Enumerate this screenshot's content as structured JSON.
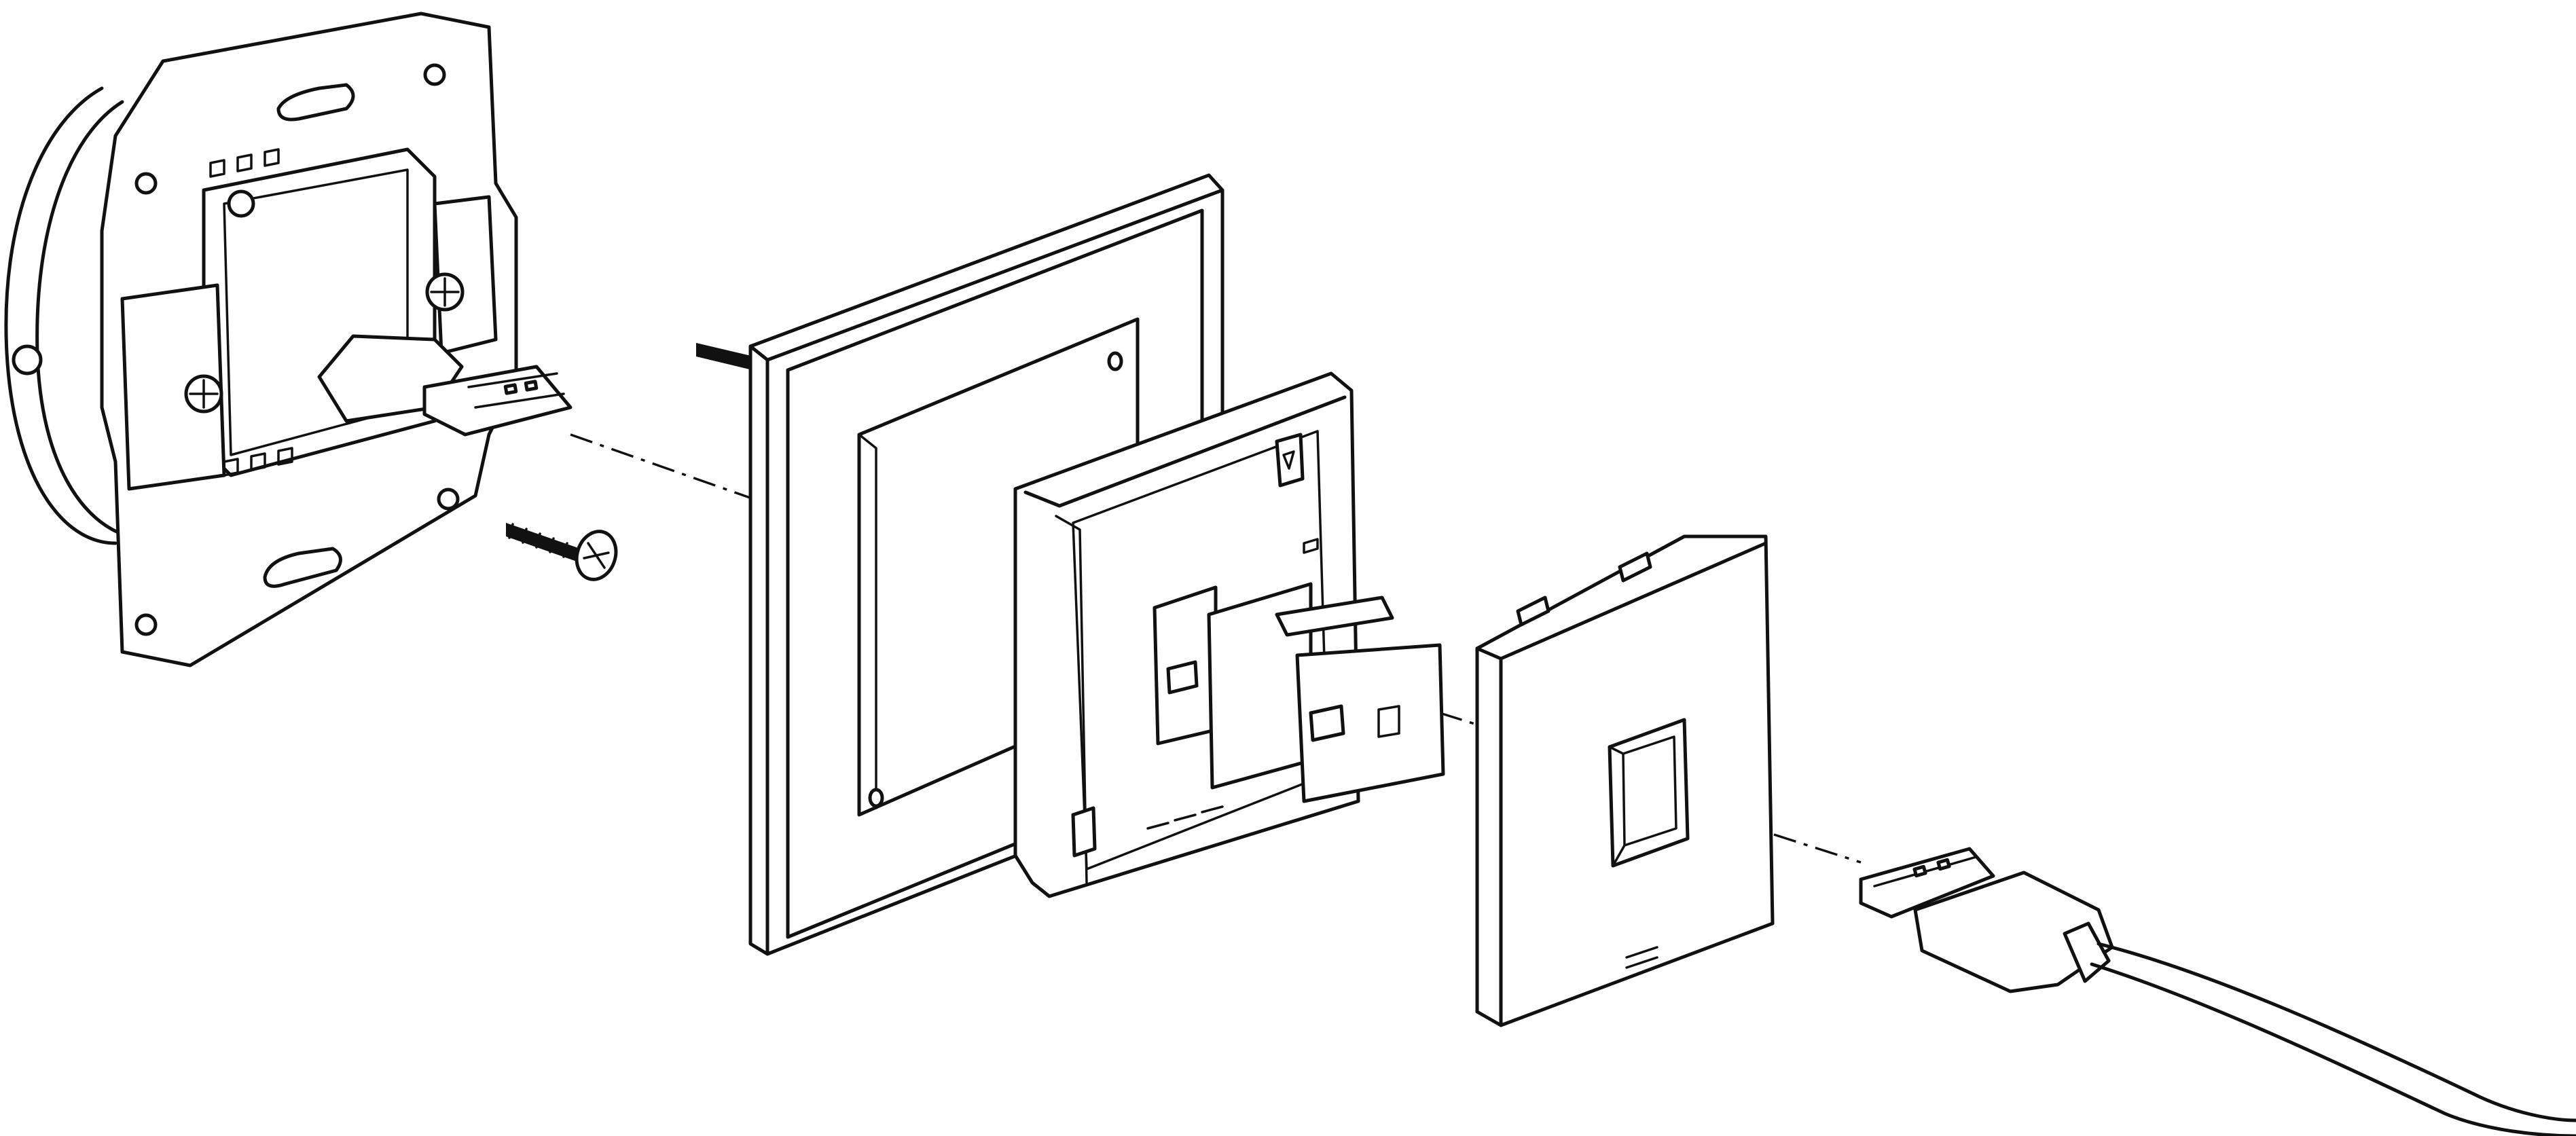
{
  "diagram": {
    "components": [
      {
        "id": "mounting-frame",
        "name": "mounting-frame"
      },
      {
        "id": "usb-plug-rear",
        "name": "usb-plug-rear"
      },
      {
        "id": "screw",
        "name": "screw"
      },
      {
        "id": "cover-frame",
        "name": "cover-frame"
      },
      {
        "id": "inner-frame",
        "name": "inner-frame"
      },
      {
        "id": "usb-coupler",
        "name": "usb-coupler"
      },
      {
        "id": "cover-plate",
        "name": "cover-plate"
      },
      {
        "id": "usb-cable",
        "name": "usb-cable"
      }
    ],
    "colors": {
      "line": "#111111",
      "background": "#ffffff"
    }
  }
}
